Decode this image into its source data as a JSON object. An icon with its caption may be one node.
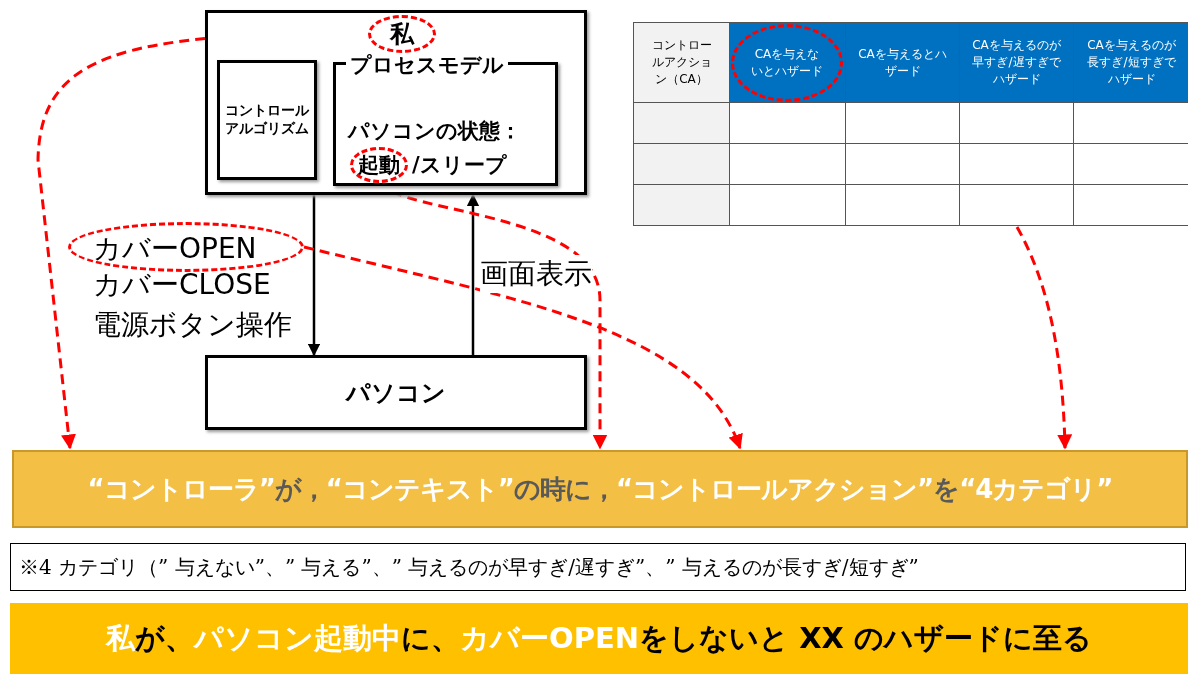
{
  "diagram": {
    "nodes": [
      {
        "text": [],
        "shape": "box"
      },
      {
        "text": [
          "私"
        ],
        "in": 0
      },
      {
        "text": [
          "コントロールアルゴリズム"
        ],
        "in": 0
      },
      {
        "text": [
          "プロセスモデル",
          "パソコンの状態：",
          "/スリープ"
        ],
        "in": 0
      },
      {
        "text": [
          "起動"
        ],
        "in": 3
      },
      {
        "text": [
          "パソコン"
        ]
      },
      {
        "text": [
          "カバーOPEN"
        ]
      },
      {
        "text": [
          "CAを与えないとハザード"
        ]
      },
      {
        "text": [
          "**“コントローラ”**が，**“コンテキスト”**の時に，**“コントロールアクション”**を**“4カテゴリ”**"
        ]
      },
      {
        "text": [
          "※4 カテゴリ（” 与えない”、” 与える”、” 与えるのが早すぎ/遅すぎ”、” 与えるのが長すぎ/短すぎ”"
        ]
      },
      {
        "text": [
          "**私**が、**パソコン起動中**に、**カバーOPEN**をしないと XX のハザードに至る"
        ]
      }
    ],
    "edges": [
      {
        "from": 0,
        "to": 5,
        "arrow": "to",
        "color": "#000000"
      },
      {
        "from": 5,
        "to": 0,
        "arrow": "to",
        "label": "画面表示",
        "color": "#000000"
      },
      {
        "from": 1,
        "to": 8,
        "arrow": "to",
        "style": "dashed",
        "color": "#ff0000"
      },
      {
        "from": 4,
        "to": 8,
        "arrow": "to",
        "style": "dashed",
        "color": "#ff0000"
      },
      {
        "from": 6,
        "to": 8,
        "arrow": "to",
        "style": "dashed",
        "color": "#ff0000"
      },
      {
        "from": 7,
        "to": 8,
        "arrow": "to",
        "style": "dashed",
        "color": "#ff0000"
      }
    ],
    "labels": [
      "コントロールアクション（CA）",
      "CAを与えるとハザード",
      "CAを与えるのが早すぎ/遅すぎでハザード",
      "CAを与えるのが長すぎ/短すぎでハザード",
      "カバーCLOSE",
      "電源ボタン操作"
    ]
  }
}
